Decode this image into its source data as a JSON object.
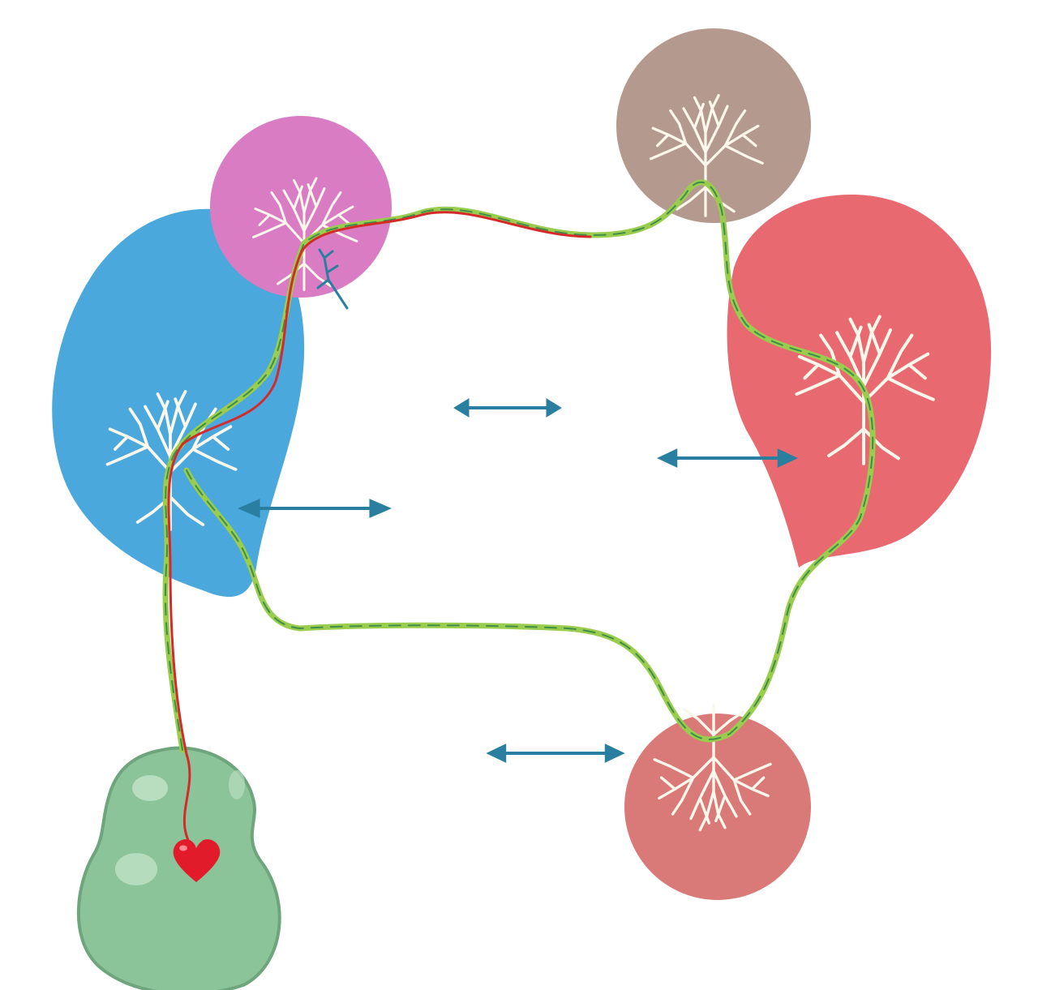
{
  "colors": {
    "background": "#ffffff",
    "blue_organ": "#4aa8dc",
    "pink_circle": "#d97cc4",
    "brown_circle": "#b49a8e",
    "red_organ": "#e86a70",
    "rose_circle": "#d97a78",
    "green_organ": "#8cc49a",
    "green_organ_edge": "#6fa57d",
    "vessel_green": "#9acd4e",
    "vessel_dark": "#3f8f4a",
    "vessel_red": "#d42a2a",
    "arrow": "#2a7fa0",
    "tree": "#fbf7ea",
    "heart": "#e21b2a"
  },
  "icons": {
    "heart": "heart-icon",
    "arrow": "double-headed-arrow-icon",
    "tree": "branching-tree-icon"
  },
  "nodes": [
    {
      "id": "blue-organ"
    },
    {
      "id": "pink-circle"
    },
    {
      "id": "brown-circle"
    },
    {
      "id": "red-organ"
    },
    {
      "id": "rose-circle"
    },
    {
      "id": "green-organ"
    }
  ],
  "arrows_count": 4
}
